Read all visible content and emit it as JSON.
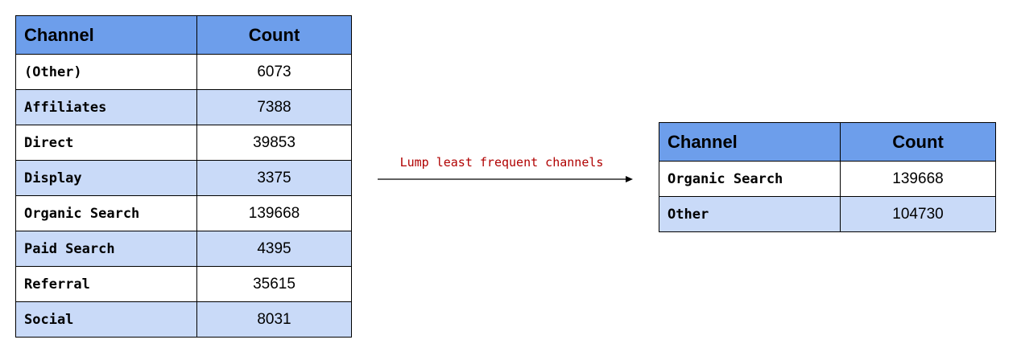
{
  "left_table": {
    "headers": {
      "channel": "Channel",
      "count": "Count"
    },
    "rows": [
      {
        "channel": "(Other)",
        "count": "6073"
      },
      {
        "channel": "Affiliates",
        "count": "7388"
      },
      {
        "channel": "Direct",
        "count": "39853"
      },
      {
        "channel": "Display",
        "count": "3375"
      },
      {
        "channel": "Organic Search",
        "count": "139668"
      },
      {
        "channel": "Paid Search",
        "count": "4395"
      },
      {
        "channel": "Referral",
        "count": "35615"
      },
      {
        "channel": "Social",
        "count": "8031"
      }
    ]
  },
  "arrow": {
    "label": "Lump least frequent channels"
  },
  "right_table": {
    "headers": {
      "channel": "Channel",
      "count": "Count"
    },
    "rows": [
      {
        "channel": "Organic Search",
        "count": "139668"
      },
      {
        "channel": "Other",
        "count": "104730"
      }
    ]
  },
  "colors": {
    "header_bg": "#6d9eeb",
    "alt_row_bg": "#c9daf8",
    "row_bg": "#ffffff",
    "arrow_label": "#b00000"
  }
}
